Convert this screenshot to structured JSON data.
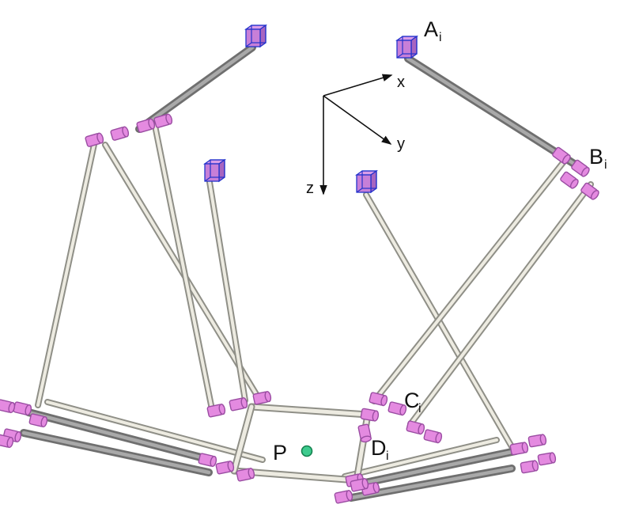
{
  "labels": {
    "A": {
      "main": "A",
      "sub": "i"
    },
    "B": {
      "main": "B",
      "sub": "i"
    },
    "C": {
      "main": "C",
      "sub": "i"
    },
    "D": {
      "main": "D",
      "sub": "i"
    },
    "P": "P"
  },
  "axes": {
    "x": "x",
    "y": "y",
    "z": "z"
  },
  "colors": {
    "background": "#ffffff",
    "cube-face": "#c77fd8",
    "cube-top": "#da9de8",
    "cube-side": "#a865c0",
    "cube-edge": "#2433cc",
    "joint-fill": "#e48ae0",
    "joint-stroke": "#9a4da2",
    "rod-dark": "#6f6f6f",
    "rod-dark-core": "#a9a9a9",
    "rod-light": "#8f8f87",
    "rod-light-core": "#edebe1",
    "point-green": "#3ecb8e",
    "point-green-stroke": "#15814f",
    "axis": "#111111",
    "label": "#111111"
  }
}
